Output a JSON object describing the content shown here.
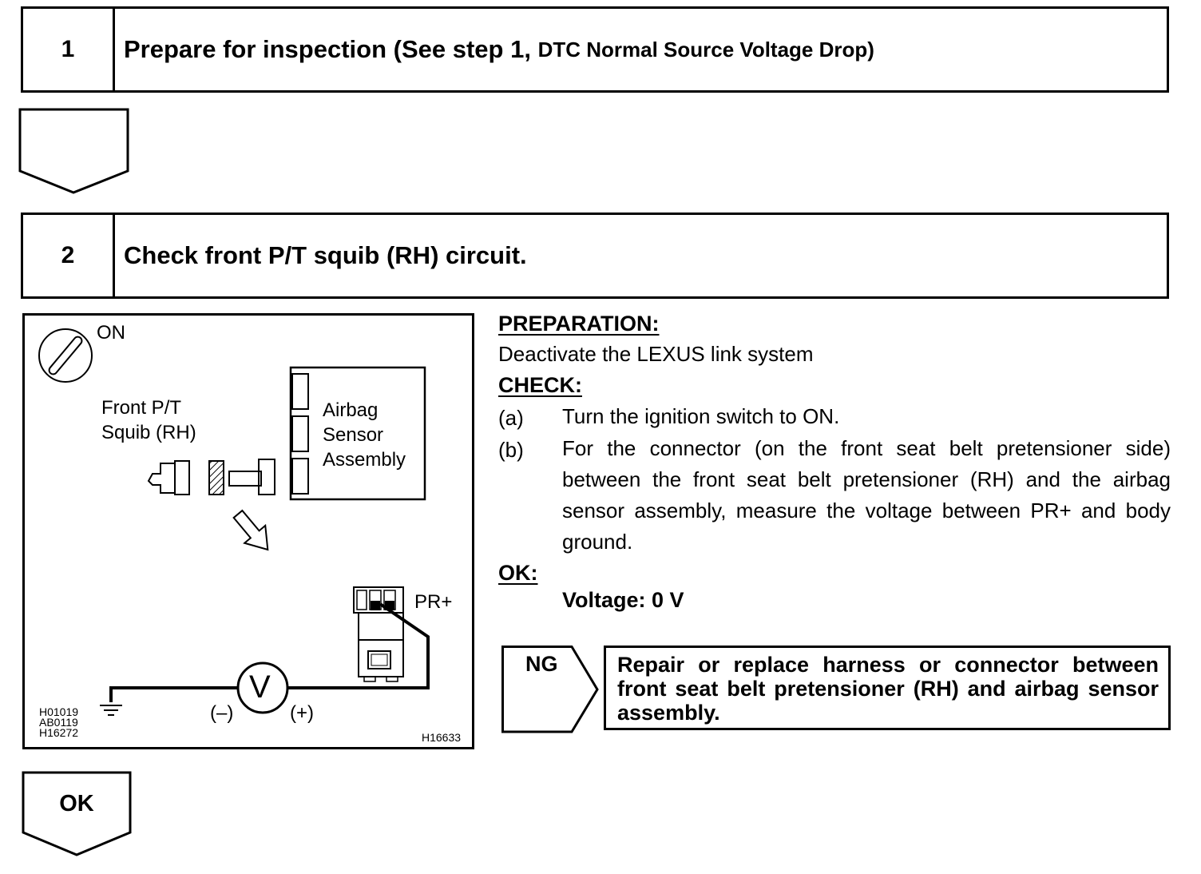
{
  "step1": {
    "number": "1",
    "title_main": "Prepare for inspection (See step 1,",
    "title_ref": "DTC Normal Source Voltage Drop)"
  },
  "step2": {
    "number": "2",
    "title": "Check front P/T squib (RH) circuit."
  },
  "diagram": {
    "ignition_label": "ON",
    "squib_label_line1": "Front P/T",
    "squib_label_line2": "Squib (RH)",
    "sensor_label_line1": "Airbag",
    "sensor_label_line2": "Sensor",
    "sensor_label_line3": "Assembly",
    "terminal_label": "PR+",
    "meter_symbol": "V",
    "neg_label": "(–)",
    "pos_label": "(+)",
    "codes": [
      "H01019",
      "AB0119",
      "H16272"
    ],
    "figure_code": "H16633"
  },
  "preparation": {
    "heading": "PREPARATION:",
    "text": "Deactivate the LEXUS link system"
  },
  "check": {
    "heading": "CHECK:",
    "items": [
      {
        "letter": "(a)",
        "text": "Turn the ignition switch to ON."
      },
      {
        "letter": "(b)",
        "text": "For the connector (on the front seat belt pretensioner side) between the front seat belt pretensioner (RH) and the airbag sensor assembly, measure the voltage between PR+ and body ground."
      }
    ]
  },
  "ok_spec": {
    "heading": "OK:",
    "value": "Voltage: 0 V"
  },
  "ng": {
    "label": "NG",
    "action": "Repair or replace harness or connector between front seat belt pretensioner (RH) and airbag sensor assembly."
  },
  "ok_flow": {
    "label": "OK"
  }
}
